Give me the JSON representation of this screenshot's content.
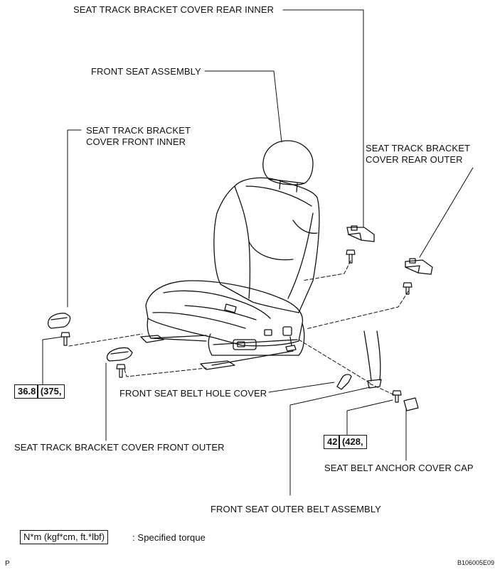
{
  "labels": {
    "rear_inner": "SEAT TRACK BRACKET COVER REAR INNER",
    "front_seat_assembly": "FRONT SEAT ASSEMBLY",
    "front_inner_line1": "SEAT TRACK BRACKET",
    "front_inner_line2": "COVER FRONT INNER",
    "rear_outer_line1": "SEAT TRACK BRACKET",
    "rear_outer_line2": "COVER REAR OUTER",
    "belt_hole_cover": "FRONT SEAT BELT HOLE COVER",
    "front_outer": "SEAT TRACK BRACKET COVER FRONT OUTER",
    "anchor_cover_cap": "SEAT BELT ANCHOR COVER CAP",
    "outer_belt_assembly": "FRONT SEAT OUTER BELT ASSEMBLY"
  },
  "torques": {
    "left_value": "36.8",
    "left_paren": "(375,",
    "right_value": "42",
    "right_paren": "(428,"
  },
  "legend": {
    "units": "N*m (kgf*cm, ft.*lbf)",
    "text": ": Specified torque"
  },
  "corner": {
    "left": "P",
    "code": "B106005E09"
  }
}
